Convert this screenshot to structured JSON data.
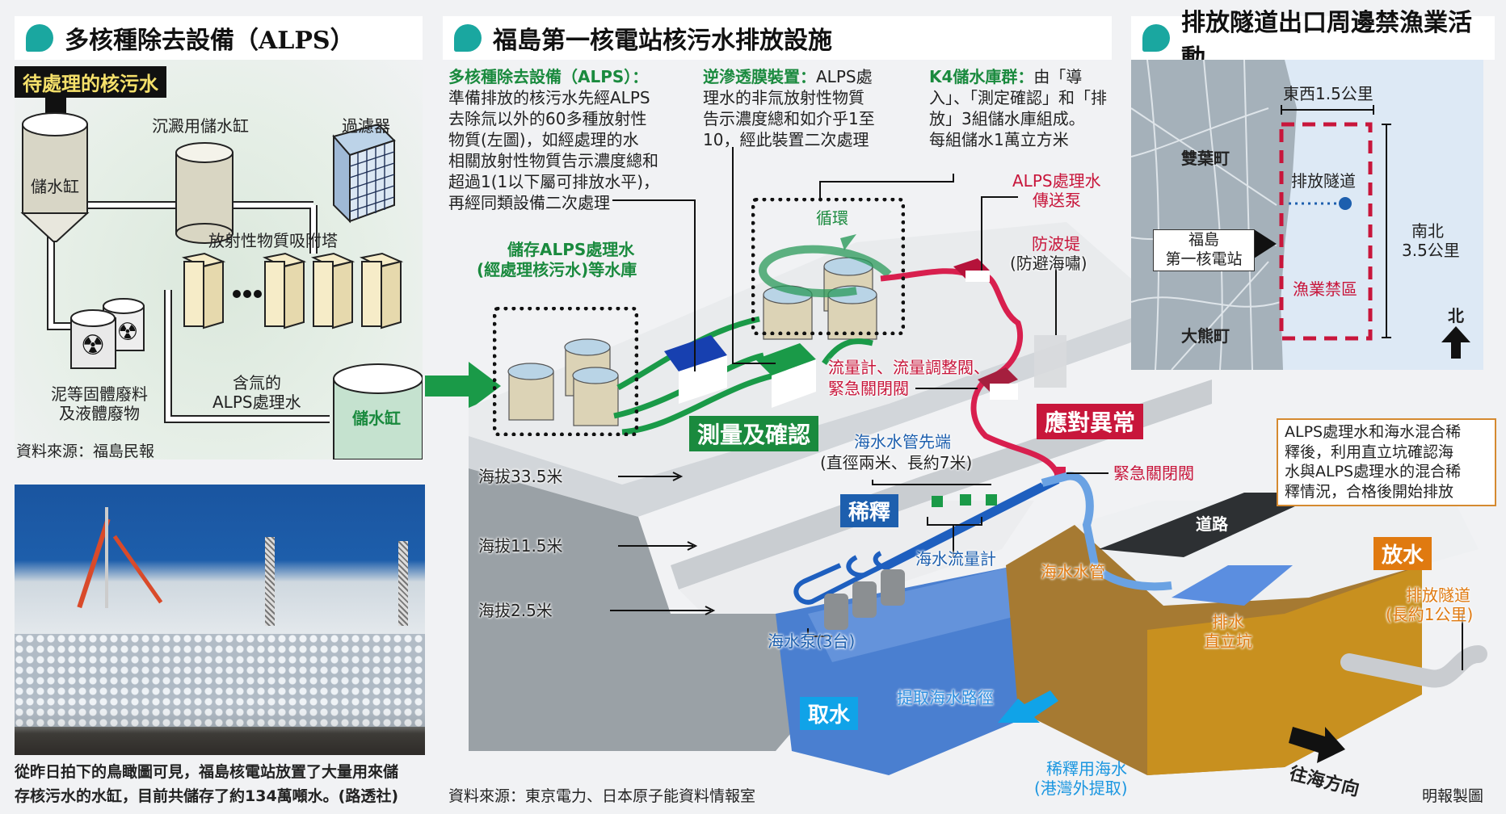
{
  "alps_panel": {
    "title": "多核種除去設備（ALPS）",
    "input_label": "待處理的核污水",
    "labels": {
      "storage_tank_top": "儲水缸",
      "settling_tank": "沉澱用儲水缸",
      "filter": "過濾器",
      "adsorption_towers": "放射性物質吸附塔",
      "waste_line1": "泥等固體廢料",
      "waste_line2": "及液體廢物",
      "tritium_line1": "含氚的",
      "tritium_line2": "ALPS處理水",
      "storage_tank_bottom": "儲水缸"
    },
    "source": "資料來源：福島民報"
  },
  "photo": {
    "caption_line1": "從昨日拍下的鳥瞰圖可見，福島核電站放置了大量用來儲",
    "caption_line2": "存核污水的水缸，目前共儲存了約134萬噸水。(路透社)"
  },
  "facility_panel": {
    "title": "福島第一核電站核污水排放設施",
    "notes": {
      "alps_head": "多核種除去設備（ALPS）：",
      "alps_body": [
        "準備排放的核污水先經ALPS",
        "去除氚以外的60多種放射性",
        "物質(左圖)，如經處理的水",
        "相關放射性物質告示濃度總和",
        "超過1(1以下屬可排放水平)，",
        "再經同類設備二次處理"
      ],
      "ro_head": "逆滲透膜裝置：",
      "ro_body": [
        "ALPS處",
        "理水的非氚放射性物質",
        "告示濃度總和如介乎1至",
        "10，經此裝置二次處理"
      ],
      "k4_head": "K4儲水庫群：",
      "k4_body": [
        "由「導",
        "入」、「測定確認」和「排",
        "放」3組儲水庫組成。",
        "每組儲水1萬立方米"
      ]
    },
    "labels": {
      "storage_line1": "儲存ALPS處理水",
      "storage_line2": "(經處理核污水)等水庫",
      "circulation": "循環",
      "transfer_pump_line1": "ALPS處理水",
      "transfer_pump_line2": "傳送泵",
      "seawall_line1": "防波堤",
      "seawall_line2": "(防避海嘯)",
      "flow_valves_line1": "流量計、流量調整閥、",
      "flow_valves_line2": "緊急關閉閥",
      "pipe_head_line1": "海水水管先端",
      "pipe_head_line2": "(直徑兩米、長約7米)",
      "emergency_valve": "緊急關閉閥",
      "altitude_33": "海拔33.5米",
      "altitude_11": "海拔11.5米",
      "altitude_2": "海拔2.5米",
      "seawater_flowmeter": "海水流量計",
      "seawater_pump": "海水泵(3台)",
      "seawater_pipe": "海水水管",
      "road": "道路",
      "shaft_line1": "排水",
      "shaft_line2": "直立坑",
      "tunnel_line1": "排放隧道",
      "tunnel_line2": "(長約1公里)",
      "intake_path": "提取海水路徑",
      "dilution_water_line1": "稀釋用海水",
      "dilution_water_line2": "(港灣外提取)",
      "to_sea": "往海方向"
    },
    "stage_tags": {
      "measure": "測量及確認",
      "abnormal": "應對異常",
      "dilute": "稀釋",
      "discharge": "放水",
      "intake": "取水"
    },
    "mixing_note": [
      "ALPS處理水和海水混合稀",
      "釋後，利用直立坑確認海",
      "水與ALPS處理水的混合稀",
      "釋情況，合格後開始排放"
    ],
    "source": "資料來源：東京電力、日本原子能資料情報室",
    "credit": "明報製圖"
  },
  "map_panel": {
    "title": "排放隧道出口周邊禁漁業活動",
    "labels": {
      "futaba": "雙葉町",
      "okuma": "大熊町",
      "plant_line1": "福島",
      "plant_line2": "第一核電站",
      "ew": "東西1.5公里",
      "ns_line1": "南北",
      "ns_line2": "3.5公里",
      "tunnel": "排放隧道",
      "no_fishing": "漁業禁區",
      "north": "北"
    }
  },
  "colors": {
    "teal": "#1aa7a0",
    "green": "#1a8a3e",
    "red": "#c8163b",
    "blue": "#1d5fae",
    "orange": "#e07a10"
  }
}
